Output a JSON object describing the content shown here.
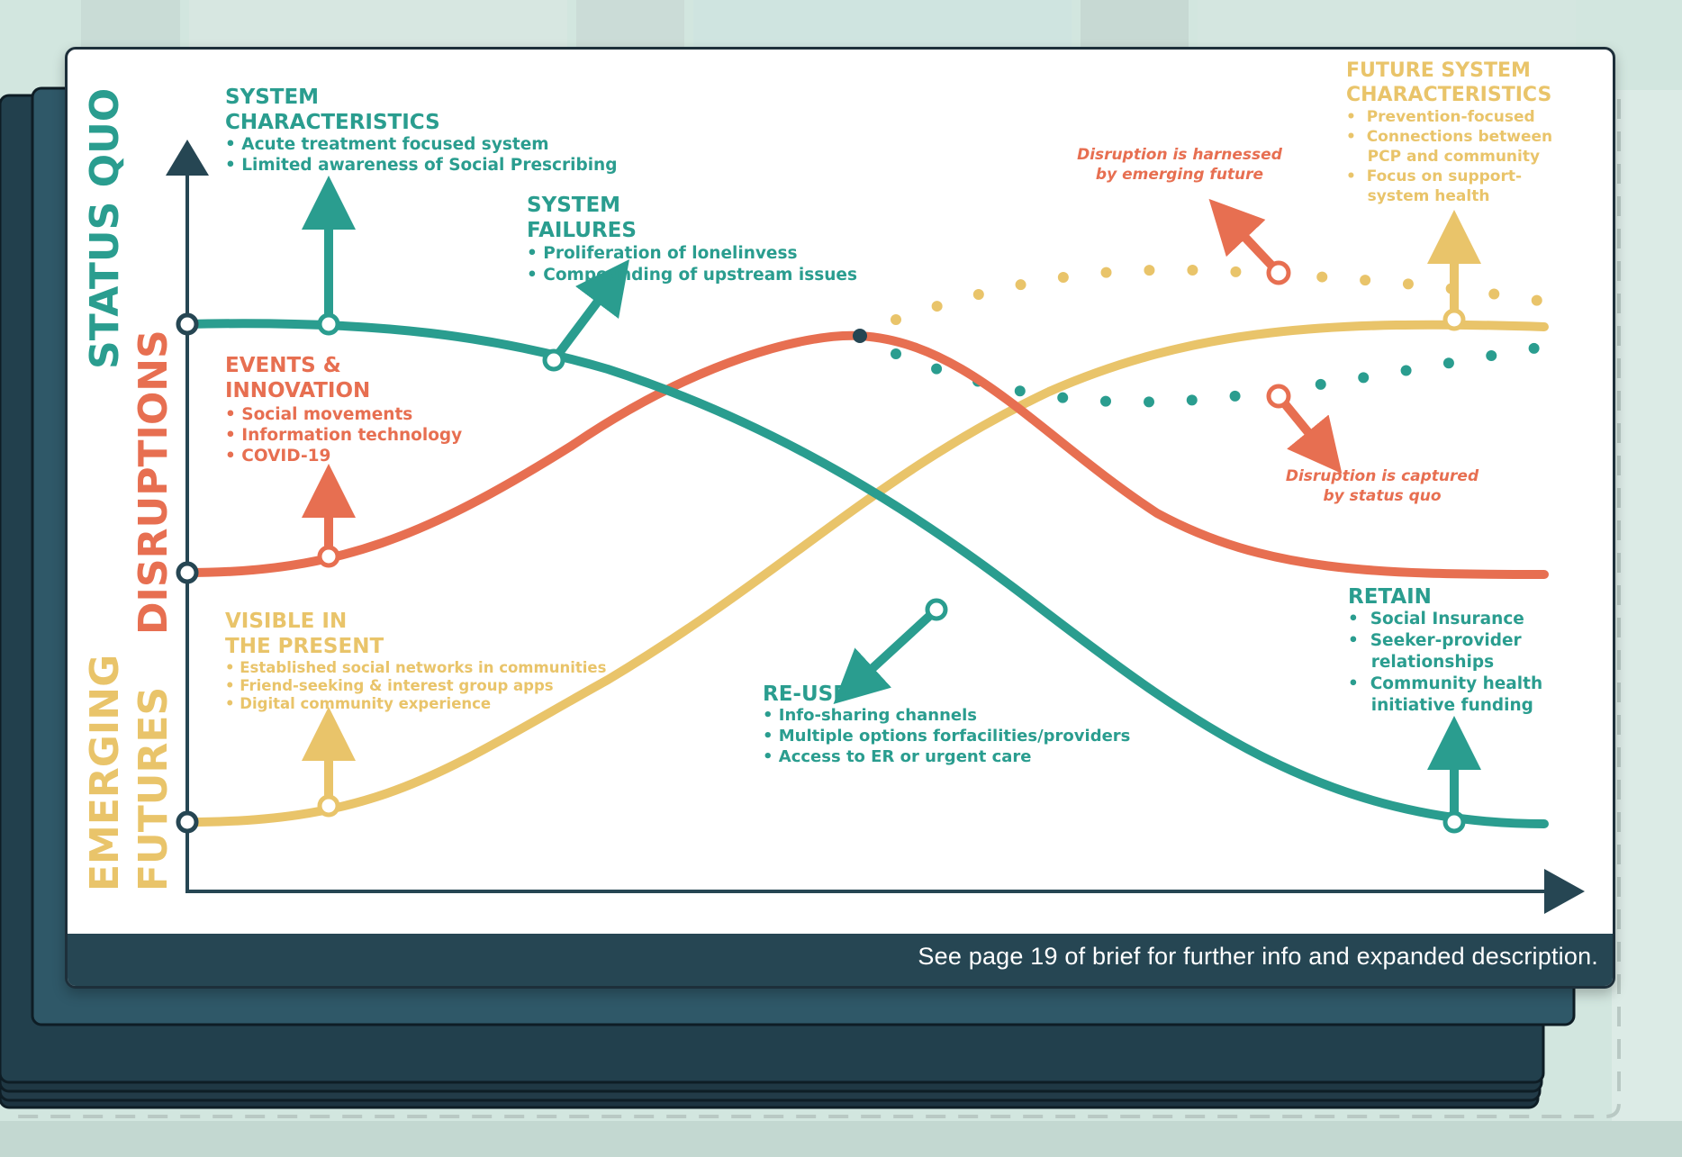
{
  "colors": {
    "teal": "#2a9d8f",
    "orange": "#e76f51",
    "yellow": "#e9c46a",
    "navy": "#264653",
    "background": "#cfe3dc"
  },
  "axis_labels": {
    "status_quo": "STATUS QUO",
    "disruptions": "DISRUPTIONS",
    "emerging_line1": "EMERGING",
    "emerging_line2": "FUTURES"
  },
  "system_characteristics": {
    "title_line1": "SYSTEM",
    "title_line2": "CHARACTERISTICS",
    "items": [
      "• Acute treatment focused system",
      "• Limited awareness of Social Prescribing"
    ]
  },
  "system_failures": {
    "title_line1": "SYSTEM",
    "title_line2": "FAILURES",
    "items": [
      "•  Proliferation of lonelinvess",
      "•  Compounding of upstream issues"
    ]
  },
  "events_innovation": {
    "title_line1": "EVENTS &",
    "title_line2": "INNOVATION",
    "items": [
      "• Social movements",
      "• Information technology",
      "• COVID-19"
    ]
  },
  "visible_present": {
    "title_line1": "VISIBLE IN",
    "title_line2": "THE PRESENT",
    "items": [
      "• Established social networks in communities",
      "• Friend-seeking & interest group apps",
      "• Digital community experience"
    ]
  },
  "reuse": {
    "title": "RE-USE",
    "items": [
      "• Info-sharing channels",
      "• Multiple options forfacilities/providers",
      "• Access to ER or urgent care"
    ]
  },
  "retain": {
    "title": "RETAIN",
    "items": [
      "•  Social Insurance",
      "•  Seeker-provider",
      "    relationships",
      "•  Community health",
      "    initiative funding"
    ]
  },
  "future_characteristics": {
    "title_line1": "FUTURE SYSTEM",
    "title_line2": "CHARACTERISTICS",
    "items": [
      "•  Prevention-focused",
      "•  Connections between",
      "    PCP and community",
      "•  Focus on support-",
      "    system health"
    ]
  },
  "notes": {
    "harnessed_line1": "Disruption is harnessed",
    "harnessed_line2": "by emerging future",
    "captured_line1": "Disruption is captured",
    "captured_line2": "by status quo"
  },
  "footer": {
    "text": "See page 19 of brief for further info and expanded description."
  }
}
